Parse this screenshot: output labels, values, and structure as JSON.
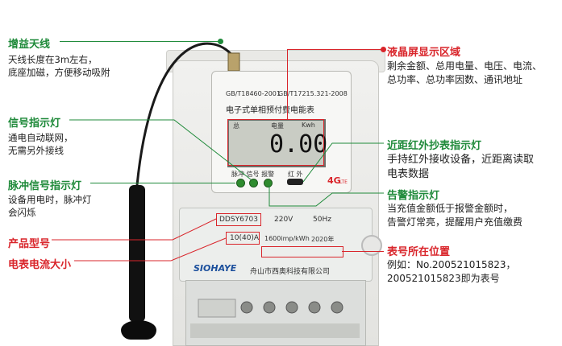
{
  "annotations": {
    "antenna": {
      "title": "增益天线",
      "desc": [
        "天线长度在3m左右，",
        "底座加磁，方便移动吸附"
      ]
    },
    "signal_led": {
      "title": "信号指示灯",
      "desc": [
        "通电自动联网，",
        "无需另外接线"
      ]
    },
    "pulse_led": {
      "title": "脉冲信号指示灯",
      "desc": [
        "设备用电时，脉冲灯",
        "会闪烁"
      ]
    },
    "model": {
      "title": "产品型号"
    },
    "current": {
      "title": "电表电流大小"
    },
    "lcd": {
      "title": "液晶屏显示区域",
      "desc": [
        "剩余金额、总用电量、电压、电流、",
        "总功率、总功率因数、通讯地址"
      ]
    },
    "ir": {
      "title": "近距红外抄表指示灯",
      "desc": [
        "手持红外接收设备，近距离读取",
        "电表数据"
      ]
    },
    "alarm": {
      "title": "告警指示灯",
      "desc": [
        "当充值金额低于报警金额时，",
        "告警灯常亮，提醒用户充值缴费"
      ]
    },
    "serial": {
      "title": "表号所在位置",
      "desc": [
        "例如：No.200521015823，",
        "200521015823即为表号"
      ]
    }
  },
  "meter": {
    "std1": "GB/T18460-2001",
    "std2": "GB/T17215.321-2008",
    "name": "电子式单相预付费电能表",
    "lcd_total": "总",
    "lcd_power": "电量",
    "lcd_unit": "Kwh",
    "lcd_value": "0.00",
    "led_labels": "脉冲 信号 报警",
    "ir_label": "红 外",
    "net_badge": "4G",
    "net_sub": "LTE",
    "model": "DDSY6703",
    "voltage": "220V",
    "freq": "50Hz",
    "current": "10(40)A",
    "imp": "1600imp/kWh",
    "year": "2020年",
    "brand": "SIOHAYE",
    "company": "舟山市西奥科技有限公司"
  },
  "colors": {
    "green": "#1f8a3a",
    "red": "#d9252b"
  }
}
